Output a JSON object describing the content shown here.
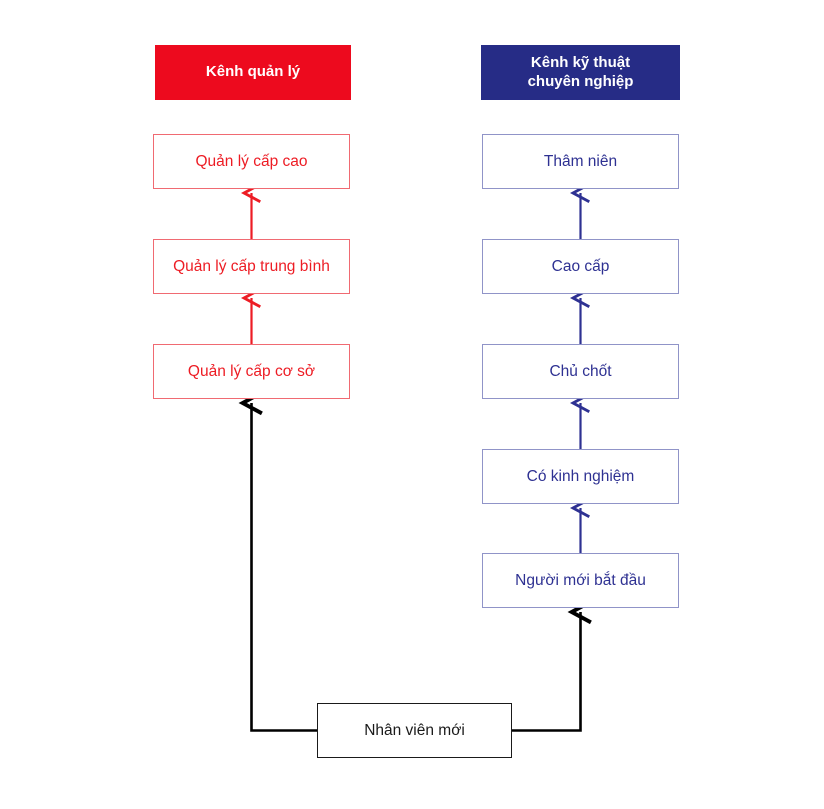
{
  "diagram": {
    "type": "dual-career-ladder-flowchart",
    "background_color": "#ffffff",
    "columns": [
      {
        "id": "management",
        "header": {
          "label": "Kênh quản lý",
          "fill_color": "#ED0A1E",
          "text_color": "#ffffff"
        },
        "accent_color": "#ED1C24",
        "border_color": "#F06A72",
        "levels": [
          {
            "label": "Quản lý cấp cao",
            "rank": 3
          },
          {
            "label": "Quản lý cấp trung bình",
            "rank": 2
          },
          {
            "label": "Quản lý cấp cơ sở",
            "rank": 1
          }
        ]
      },
      {
        "id": "technical",
        "header": {
          "label": "Kênh kỹ thuật\nchuyên nghiệp",
          "line1": "Kênh kỹ thuật",
          "line2": "chuyên nghiệp",
          "fill_color": "#262C86",
          "text_color": "#ffffff"
        },
        "accent_color": "#2E3192",
        "border_color": "#9094C8",
        "levels": [
          {
            "label": "Thâm niên",
            "rank": 5
          },
          {
            "label": "Cao cấp",
            "rank": 4
          },
          {
            "label": "Chủ chốt",
            "rank": 3
          },
          {
            "label": "Có kinh nghiệm",
            "rank": 2
          },
          {
            "label": "Người mới bắt đầu",
            "rank": 1
          }
        ]
      }
    ],
    "entry": {
      "label": "Nhân viên mới",
      "border_color": "#1a1a1a",
      "text_color": "#1a1a1a"
    },
    "connectors": {
      "ladder_arrow_color_management": "#ED1C24",
      "ladder_arrow_color_technical": "#2E3192",
      "branch_arrow_color": "#000000"
    }
  }
}
